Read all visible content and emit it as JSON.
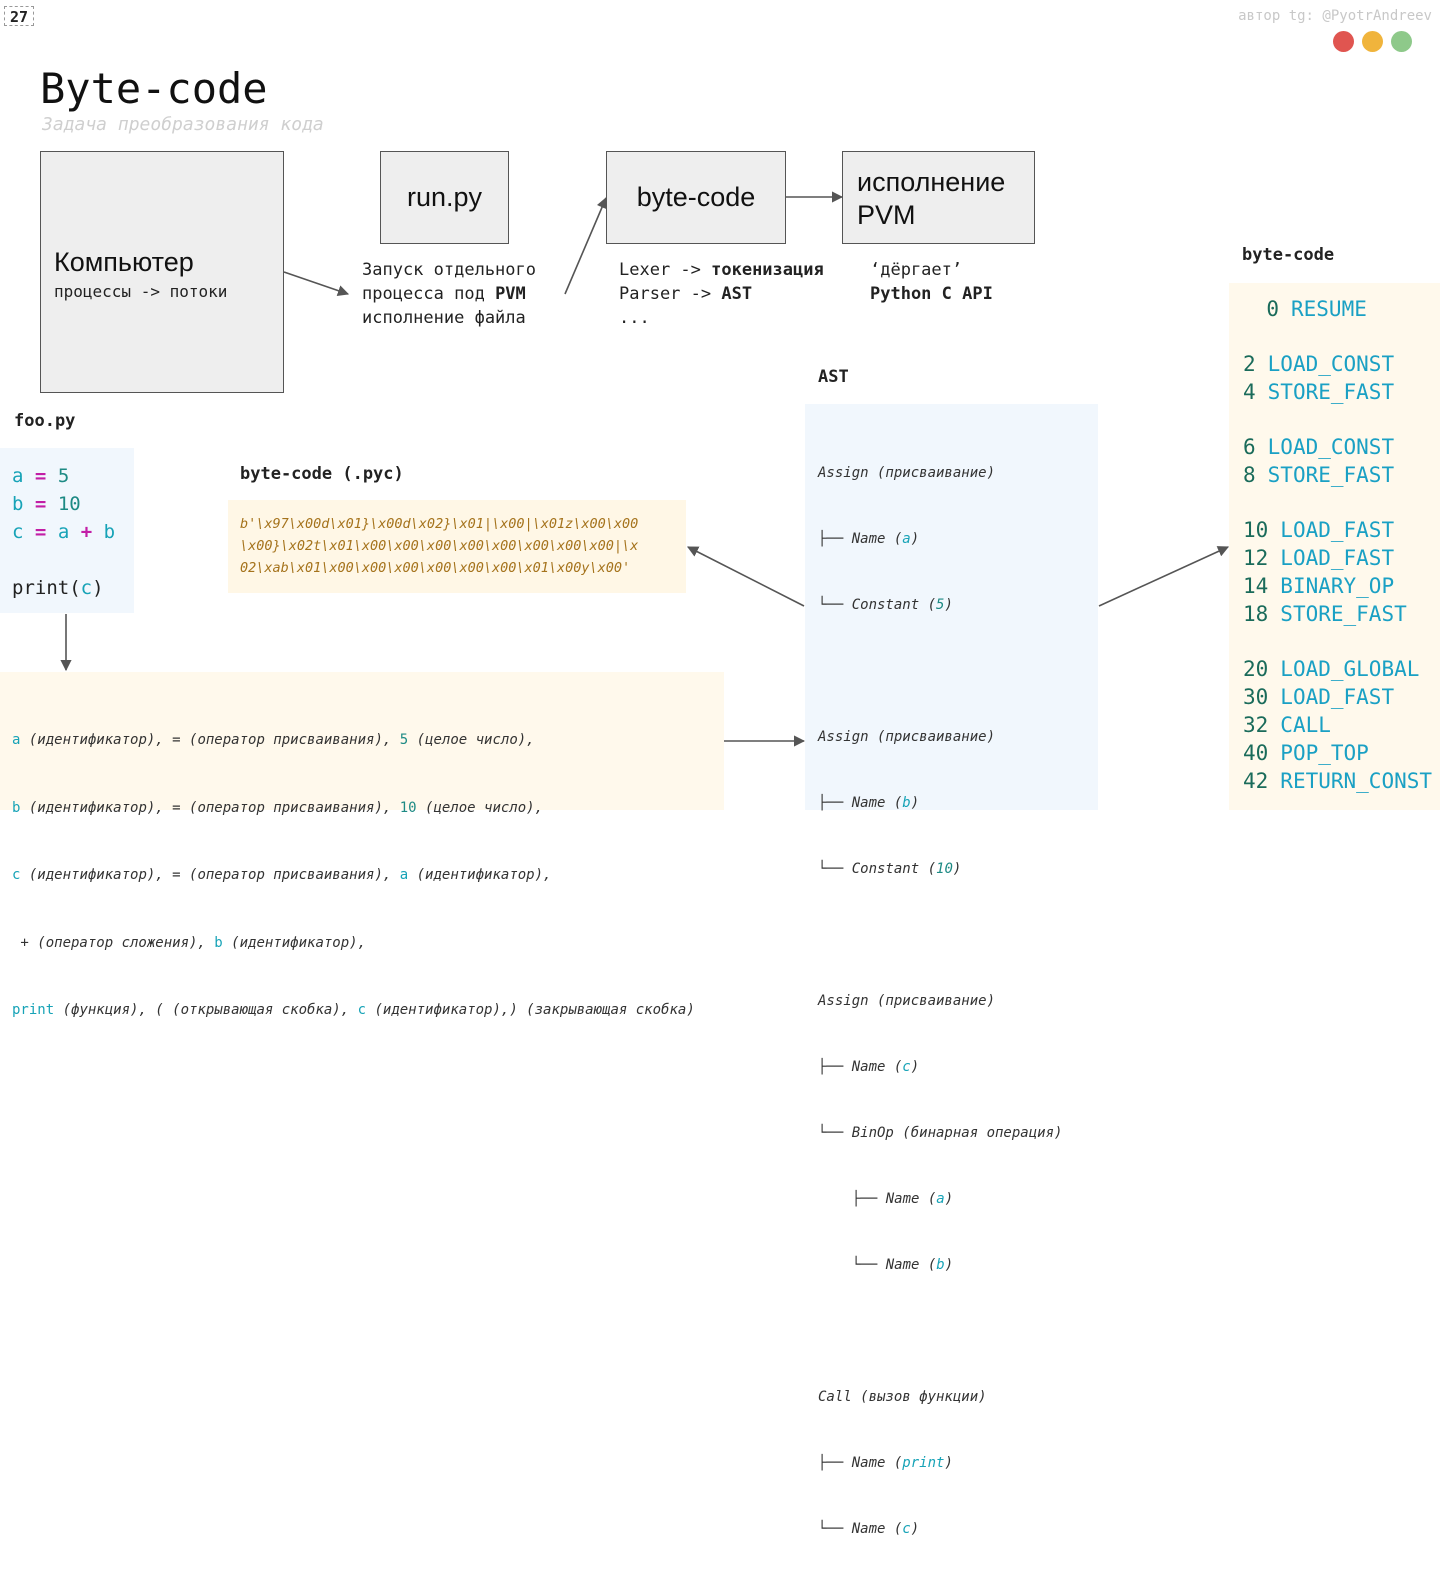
{
  "slide_number": "27",
  "author": "автор tg: @PyotrAndreev",
  "window_dots": [
    {
      "name": "close-dot",
      "color": "#e05550"
    },
    {
      "name": "minimize-dot",
      "color": "#f0b43c"
    },
    {
      "name": "maximize-dot",
      "color": "#8ec98a"
    }
  ],
  "title": "Byte-code",
  "subtitle": "Задача преобразования кода",
  "computer": {
    "title": "Компьютер",
    "subtitle": "процессы -> потоки"
  },
  "run": {
    "label": "run.py",
    "cap1": "Запуск отдельного",
    "cap2a": "процесса под ",
    "cap2b": "PVM",
    "cap3": "исполнение файла"
  },
  "bytecode_box": {
    "label": "byte-code",
    "cap1a": "Lexer -> ",
    "cap1b": "токенизация",
    "cap2a": "Parser -> ",
    "cap2b": "AST",
    "cap3": "..."
  },
  "pvm": {
    "label1": "исполнение",
    "label2": "PVM",
    "cap1": "‘дёргает’",
    "cap2": "Python C API"
  },
  "foo": {
    "label": "foo.py",
    "lines": [
      {
        "var": "a",
        "op": "=",
        "val": "5"
      },
      {
        "var": "b",
        "op": "=",
        "val": "10"
      },
      {
        "var": "c",
        "op": "=",
        "lhs": "a",
        "plus": "+",
        "rhs": "b"
      }
    ],
    "print_fn": "print",
    "print_open": "(",
    "print_arg": "c",
    "print_close": ")"
  },
  "pyc": {
    "label": "byte-code (.pyc)",
    "lines": [
      "b'\\x97\\x00d\\x01}\\x00d\\x02}\\x01|\\x00|\\x01z\\x00\\x00",
      "\\x00}\\x02t\\x01\\x00\\x00\\x00\\x00\\x00\\x00\\x00\\x00|\\x",
      "02\\xab\\x01\\x00\\x00\\x00\\x00\\x00\\x00\\x01\\x00y\\x00'"
    ]
  },
  "tokens": {
    "line1": {
      "a": "a",
      "t1": " (идентификатор), = (оператор присваивания), ",
      "n": "5",
      "t2": " (целое число),"
    },
    "line2": {
      "a": "b",
      "t1": " (идентификатор), = (оператор присваивания), ",
      "n": "10",
      "t2": " (целое число),"
    },
    "line3": {
      "a": "c",
      "t1": " (идентификатор), = (оператор присваивания), ",
      "n": "a",
      "t2": " (идентификатор),"
    },
    "line4": {
      "t1": " + (оператор сложения), ",
      "n": "b",
      "t2": " (идентификатор),"
    },
    "line5": {
      "fn": "print",
      "t1": " (функция), ( (открывающая скобка), ",
      "n": "c",
      "t2": " (идентификатор),) (закрывающая скобка)"
    }
  },
  "ast": {
    "label": "AST",
    "assign": "Assign (присваивание)",
    "name_a_pre": "├── Name (",
    "a": "a",
    "close": ")",
    "const_pre": "└── Constant (",
    "five": "5",
    "b": "b",
    "ten": "10",
    "name_c_pre": "├── Name (",
    "c": "c",
    "binop": "└── BinOp (бинарная операция)",
    "binop_a_pre": "├── Name (",
    "binop_b_pre": "└── Name (",
    "call": "Call (вызов функции)",
    "call_print_pre": "├── Name (",
    "print": "print",
    "call_c_pre": "└── Name ("
  },
  "bytecode_list": {
    "label": "byte-code",
    "groups": [
      [
        {
          "off": "0",
          "op": "RESUME"
        }
      ],
      [
        {
          "off": "2",
          "op": "LOAD_CONST"
        },
        {
          "off": "4",
          "op": "STORE_FAST"
        }
      ],
      [
        {
          "off": "6",
          "op": "LOAD_CONST"
        },
        {
          "off": "8",
          "op": "STORE_FAST"
        }
      ],
      [
        {
          "off": "10",
          "op": "LOAD_FAST"
        },
        {
          "off": "12",
          "op": "LOAD_FAST"
        },
        {
          "off": "14",
          "op": "BINARY_OP"
        },
        {
          "off": "18",
          "op": "STORE_FAST"
        }
      ],
      [
        {
          "off": "20",
          "op": "LOAD_GLOBAL"
        },
        {
          "off": "30",
          "op": "LOAD_FAST"
        },
        {
          "off": "32",
          "op": "CALL"
        },
        {
          "off": "40",
          "op": "POP_TOP"
        },
        {
          "off": "42",
          "op": "RETURN_CONST"
        }
      ]
    ]
  }
}
